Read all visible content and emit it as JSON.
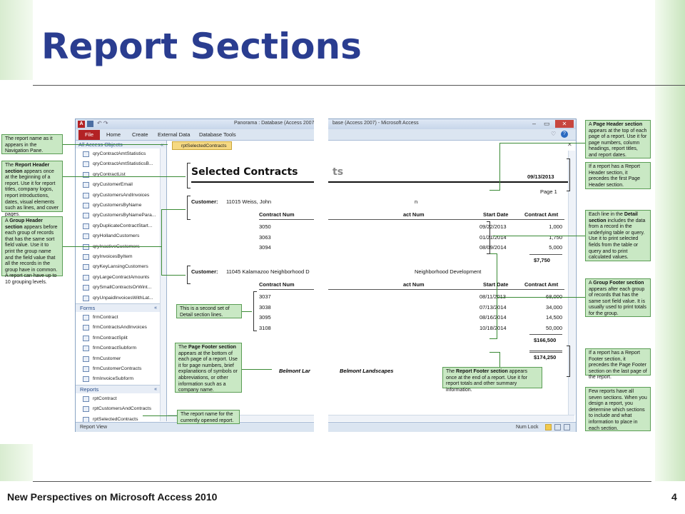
{
  "slide": {
    "title": "Report Sections",
    "footer": "New Perspectives on Microsoft Access 2010",
    "page_number": "4"
  },
  "window": {
    "title_left": "Panorama : Database (Access 2007)",
    "title_right": "base (Access 2007) - Microsoft Access",
    "ribbon_tabs": [
      "File",
      "Home",
      "Create",
      "External Data",
      "Database Tools"
    ],
    "nav_header": "All Access Objects",
    "nav_queries": [
      "qryContractAmtStatistics",
      "qryContractAmtStatisticsB...",
      "qryContractList",
      "qryCustomerEmail",
      "qryCustomersAndInvoices",
      "qryCustomersByName",
      "qryCustomersByNamePara...",
      "qryDuplicateContractStart...",
      "qryHollandCustomers",
      "qryInactiveCustomers",
      "qryInvoicesByItem",
      "qryKeyLansingCustomers",
      "qryLargeContractAmounts",
      "qrySmallContractsOrWint...",
      "qryUnpaidInvoicesWithLat..."
    ],
    "forms_group": "Forms",
    "nav_forms": [
      "frmContract",
      "frmContractsAndInvoices",
      "frmContractSplit",
      "frmContractSubform",
      "frmCustomer",
      "frmCustomerContracts",
      "frmInvoiceSubform"
    ],
    "reports_group": "Reports",
    "nav_reports": [
      "rptContract",
      "rptCustomersAndContracts",
      "rptSelectedContracts"
    ],
    "doc_tab": "rptSelectedContracts",
    "status_left": "Report View",
    "status_right": "Num Lock"
  },
  "report": {
    "title": "Selected Contracts",
    "title_ghost": "ts",
    "date": "09/13/2013",
    "page": "Page 1",
    "customer_label": "Customer:",
    "group1": {
      "customer": "11015  Weiss, John",
      "ghost": "n",
      "rows": [
        {
          "num": "3050",
          "date": "09/22/2013",
          "amt": "1,000"
        },
        {
          "num": "3063",
          "date": "01/21/2014",
          "amt": "1,750"
        },
        {
          "num": "3094",
          "date": "08/09/2014",
          "amt": "5,000"
        }
      ],
      "total": "$7,750"
    },
    "group2": {
      "customer": "11045  Kalamazoo Neighborhood D",
      "ghost": "Neighborhood Development",
      "rows": [
        {
          "num": "3037",
          "date": "08/11/2013",
          "amt": "68,000"
        },
        {
          "num": "3038",
          "date": "07/13/2014",
          "amt": "34,000"
        },
        {
          "num": "3095",
          "date": "08/16/2014",
          "amt": "14,500"
        },
        {
          "num": "3108",
          "date": "10/18/2014",
          "amt": "50,000"
        }
      ],
      "total": "$166,500"
    },
    "col_contract": "Contract Num",
    "col_contract_ghost": "act Num",
    "col_start": "Start Date",
    "col_amt": "Contract Amt",
    "grand_total": "$174,250",
    "footer_left": "Belmont Lar",
    "footer_right": "Belmont Landscapes"
  },
  "callouts": {
    "report_name": "The report name as it appears in the Navigation Pane.",
    "report_header": [
      "The ",
      "Report Header section",
      " appears once at the beginning of a report. Use it for report titles, company logos, report introductions, dates, visual elements such as lines, and cover pages."
    ],
    "group_header": [
      "A ",
      "Group Header section",
      " appears before each group of records that has the same sort field value. Use it to print the group name and the field value that all the records in the group have in common. A report can have up to 10 grouping levels."
    ],
    "page_header": [
      "A ",
      "Page Header section",
      " appears at the top of each page of a report. Use it for page numbers, column headings, report titles, and report dates."
    ],
    "report_header_page": "If a report has a Report Header section, it precedes the first Page Header section.",
    "detail": [
      "Each line in the ",
      "Detail section",
      " includes the data from a record in the underlying table or query. Use it to print selected fields from the table or query and to print calculated values."
    ],
    "group_footer": [
      "A ",
      "Group Footer section",
      " appears after each group of records that has the same sort field value. It is usually used to print totals for the group."
    ],
    "report_footer_page": "If a report has a Report Footer section, it precedes the Page Footer section on the last page of the report.",
    "few_reports": "Few reports have all seven sections. When you design a report, you determine which sections to include and what information to place in each section.",
    "second_detail": "This is a second set of Detail section lines.",
    "page_footer": [
      "The ",
      "Page Footer section",
      " appears at the bottom of each page of a report. Use it for page numbers, brief explanations of symbols or abbreviations, or other information such as a company name."
    ],
    "report_footer": [
      "The ",
      "Report Footer section",
      " appears once at the end of a report. Use it for report totals and other summary information."
    ],
    "opened_report": "The report name for the currently opened report."
  },
  "colors": {
    "title": "#2a3d90",
    "callout_fill": "#c9e8c4",
    "callout_border": "#5b9d55",
    "file_tab": "#b32224"
  }
}
